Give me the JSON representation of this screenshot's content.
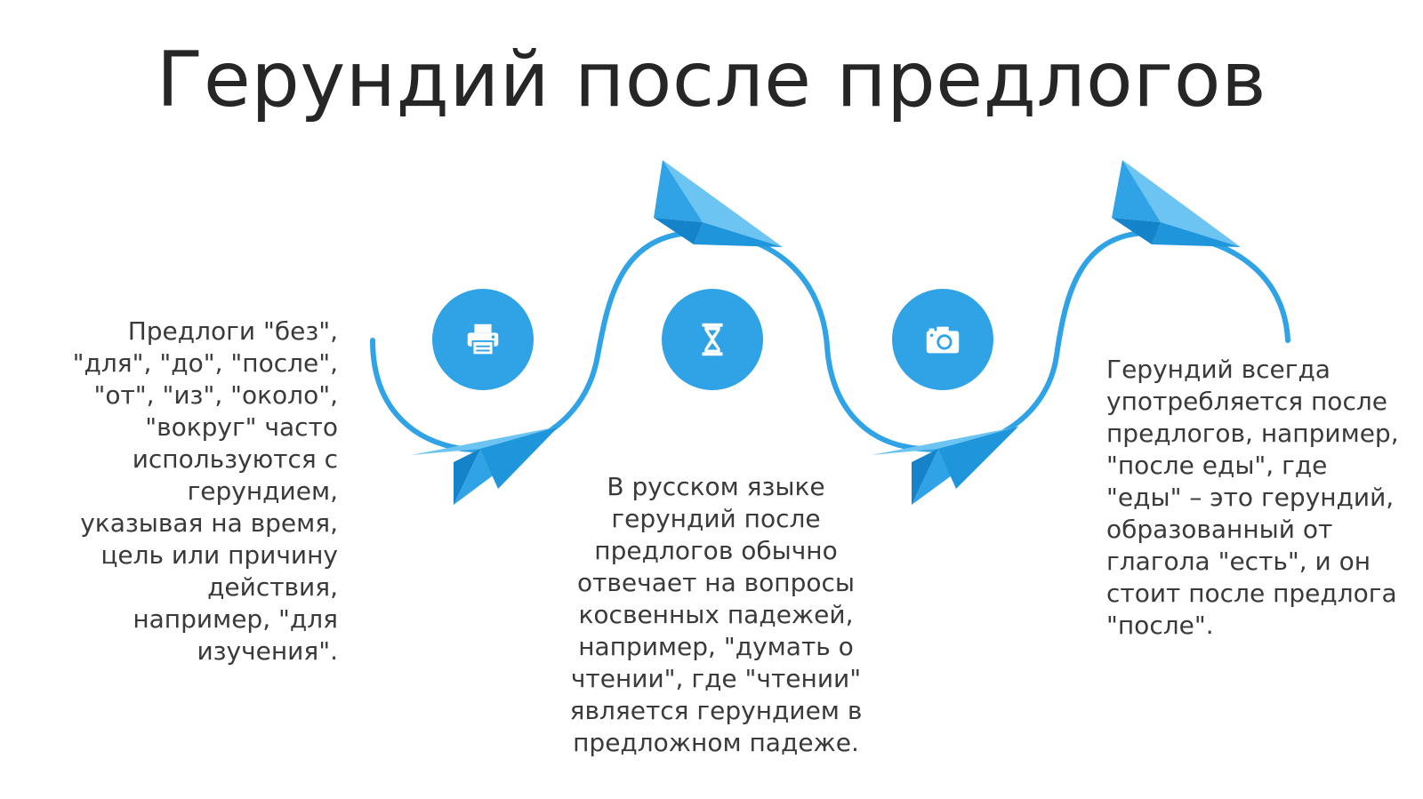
{
  "title": "Герундий после предлогов",
  "colors": {
    "accent": "#2fa3e6",
    "accent_light": "#6cc4f2",
    "accent_dark": "#1583c9",
    "text": "#3a3a3a",
    "title": "#262626"
  },
  "steps": [
    {
      "icon": "printer-icon",
      "text": "Предлоги \"без\", \"для\", \"до\", \"после\", \"от\", \"из\", \"около\", \"вокруг\" часто используются с герундием, указывая на время, цель или причину действия, например, \"для изучения\"."
    },
    {
      "icon": "hourglass-icon",
      "text": "В русском языке герундий после предлогов обычно отвечает на вопросы косвенных падежей, например, \"думать о чтении\", где \"чтении\" является герундием в предложном падеже."
    },
    {
      "icon": "camera-icon",
      "text": "Герундий всегда употребляется после предлогов, например, \"после еды\", где \"еды\" – это герундий, образованный от глагола \"есть\", и он стоит после предлога \"после\"."
    }
  ]
}
